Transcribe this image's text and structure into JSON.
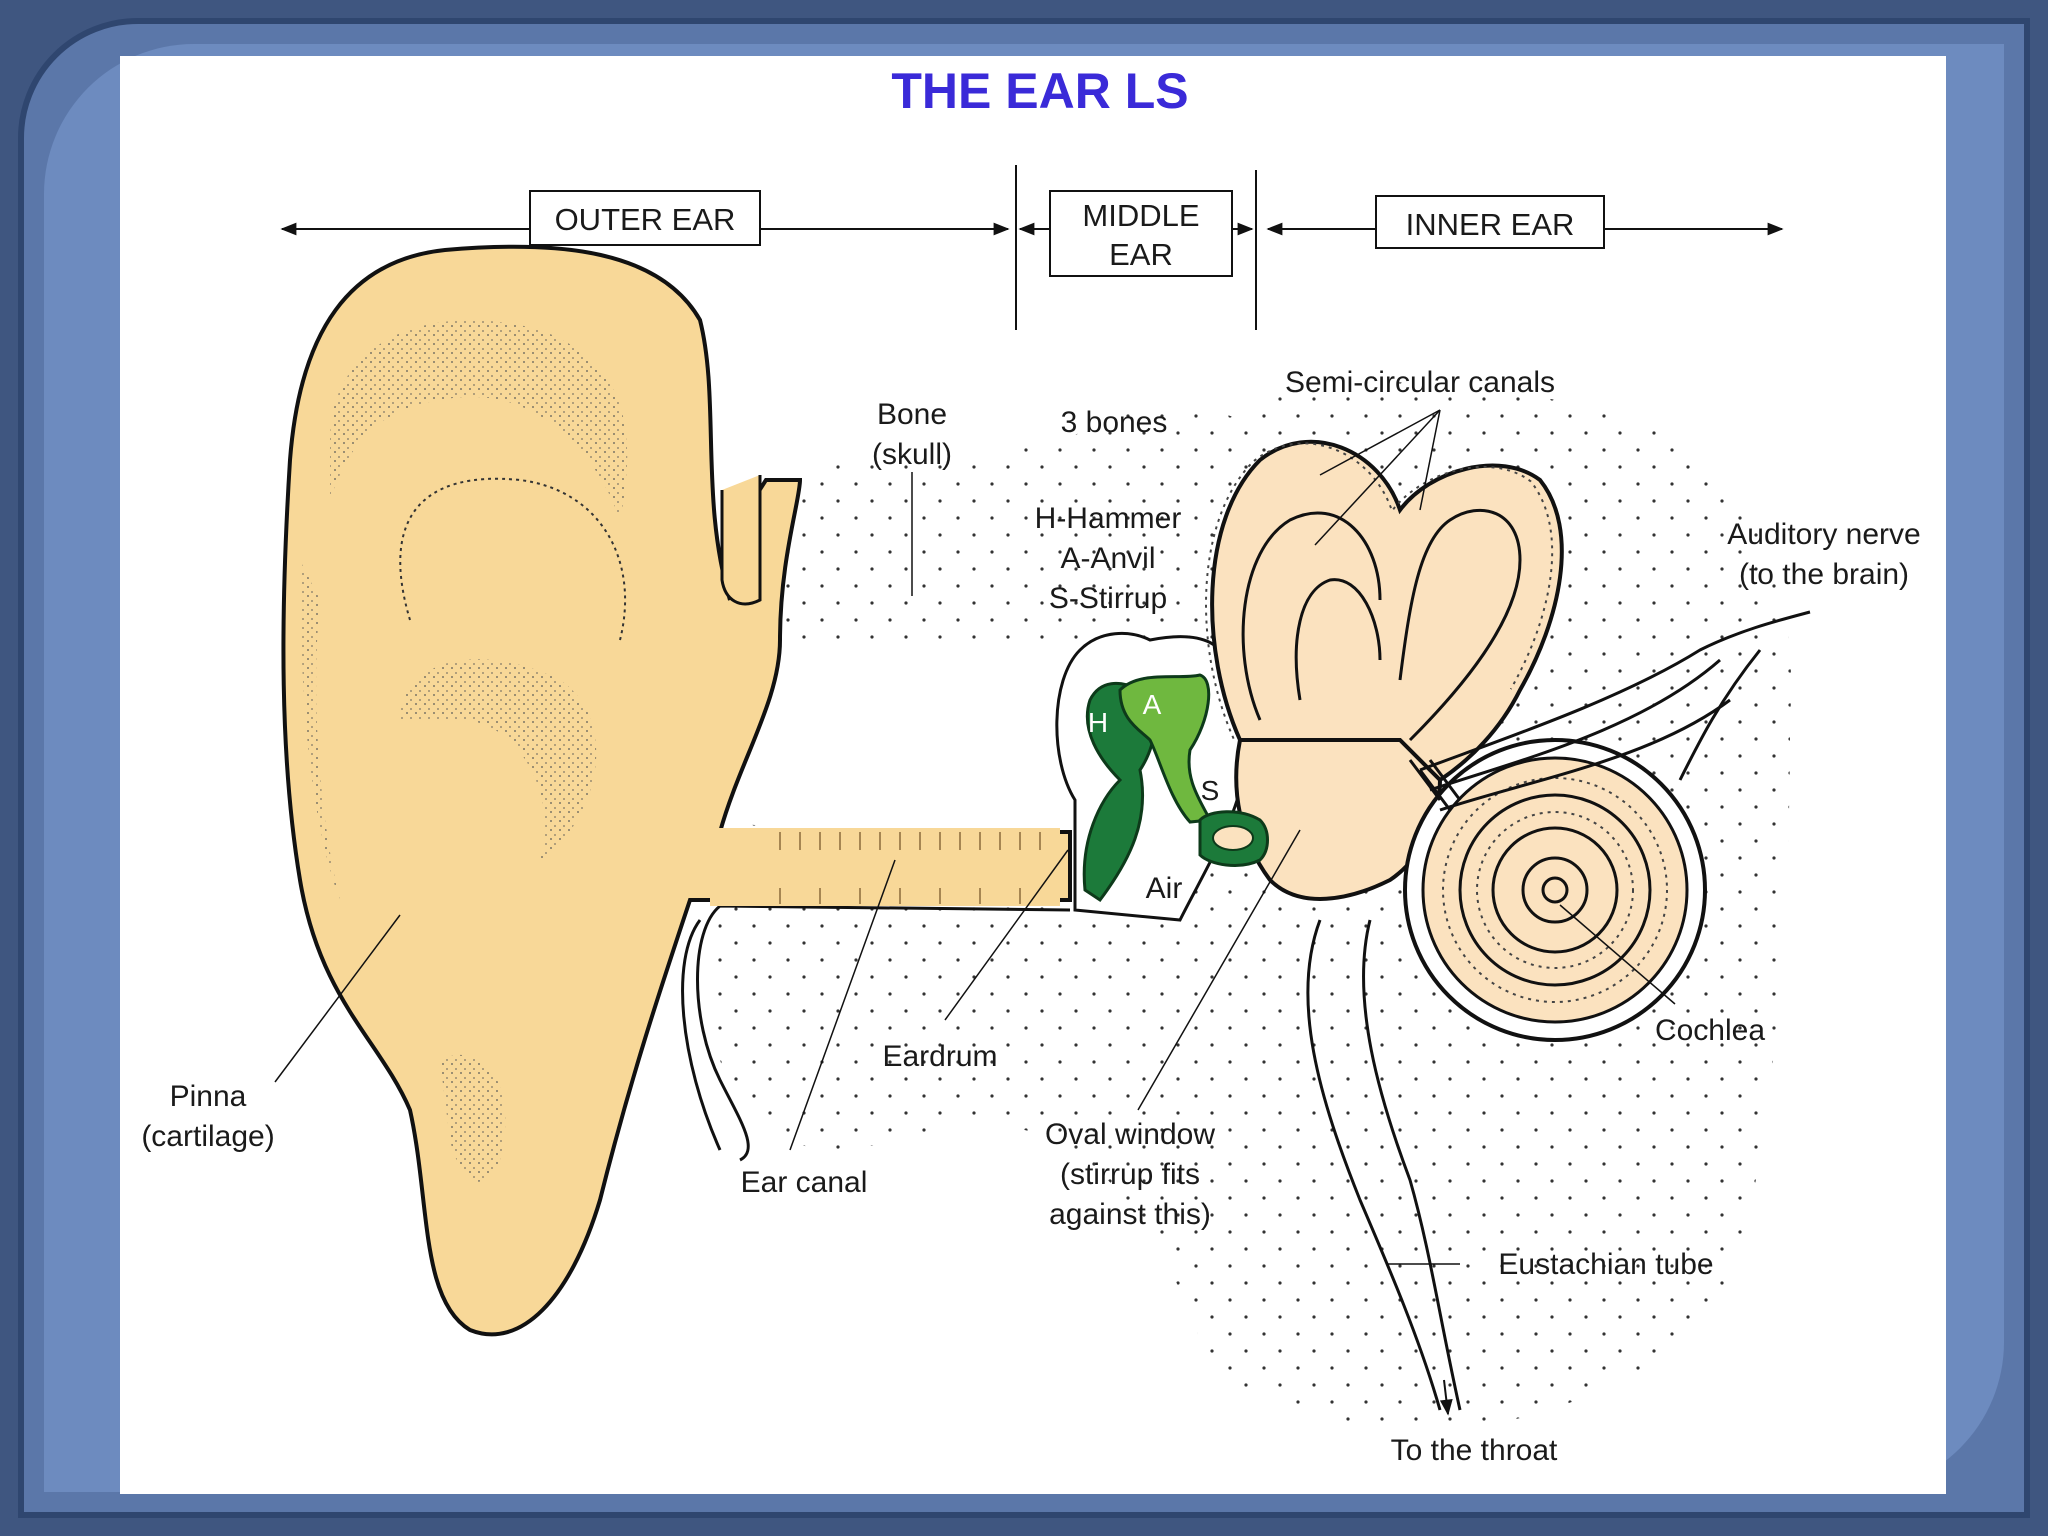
{
  "title": "THE EAR  LS",
  "regions": {
    "outer": "OUTER EAR",
    "middle_line1": "MIDDLE",
    "middle_line2": "EAR",
    "inner": "INNER EAR"
  },
  "labels": {
    "bone_line1": "Bone",
    "bone_line2": "(skull)",
    "three_bones": "3 bones",
    "hammer": "H-Hammer",
    "anvil": "A-Anvil",
    "stirrup": "S-Stirrup",
    "semicircular": "Semi-circular canals",
    "auditory_line1": "Auditory nerve",
    "auditory_line2": "(to the brain)",
    "pinna_line1": "Pinna",
    "pinna_line2": "(cartilage)",
    "eardrum": "Eardrum",
    "ear_canal": "Ear canal",
    "air": "Air",
    "oval_line1": "Oval window",
    "oval_line2": "(stirrup fits",
    "oval_line3": "against this)",
    "cochlea": "Cochlea",
    "eustachian": "Eustachian tube",
    "throat": "To the throat",
    "bone_h": "H",
    "bone_a": "A",
    "bone_s": "S"
  },
  "colors": {
    "title": "#3a2ad8",
    "pinna": "#f8d898",
    "inner_ear": "#fbe2bf",
    "hammer": "#1c7a3a",
    "anvil": "#6fb83f",
    "stirrup": "#1c7a3a"
  }
}
